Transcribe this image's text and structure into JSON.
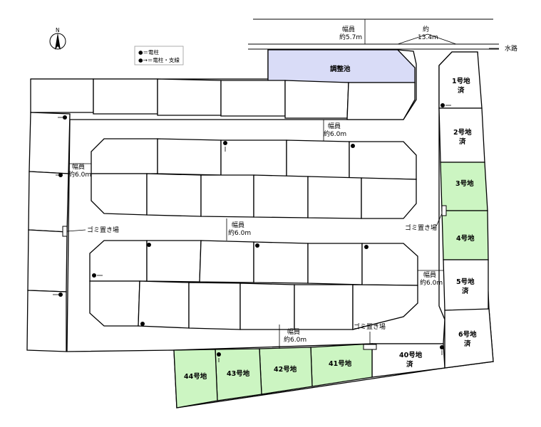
{
  "compass": {
    "north_label": "N"
  },
  "legend": {
    "pole_label": "●＝電柱",
    "pole_with_guy_label": "●→＝電柱・支線"
  },
  "colors": {
    "pond": "#d9dcf7",
    "available_lot": "#ccf5c2",
    "sold_lot": "#ffffff",
    "line": "#000000"
  },
  "top_road": {
    "width_label_1": "幅員",
    "width_label_2": "約5.7m",
    "length_label_1": "約",
    "length_label_2": "13.4m",
    "waterway_label": "水路"
  },
  "pond_label": "調整池",
  "roads": [
    {
      "line1": "幅員",
      "line2": "約6.0m"
    },
    {
      "line1": "幅員",
      "line2": "約6.0m"
    },
    {
      "line1": "幅員",
      "line2": "約6.0m"
    },
    {
      "line1": "幅員",
      "line2": "約6.0m"
    },
    {
      "line1": "幅員",
      "line2": "約6.0m"
    }
  ],
  "garbage_areas": [
    {
      "label": "ゴミ置き場"
    },
    {
      "label": "ゴミ置き場"
    },
    {
      "label": "ゴミ置き場"
    }
  ],
  "lots": [
    {
      "number": "1号地",
      "status": "済"
    },
    {
      "number": "2号地",
      "status": "済"
    },
    {
      "number": "3号地",
      "status": ""
    },
    {
      "number": "4号地",
      "status": ""
    },
    {
      "number": "5号地",
      "status": "済"
    },
    {
      "number": "6号地",
      "status": "済"
    },
    {
      "number": "40号地",
      "status": "済"
    },
    {
      "number": "41号地",
      "status": ""
    },
    {
      "number": "42号地",
      "status": ""
    },
    {
      "number": "43号地",
      "status": ""
    },
    {
      "number": "44号地",
      "status": ""
    }
  ]
}
